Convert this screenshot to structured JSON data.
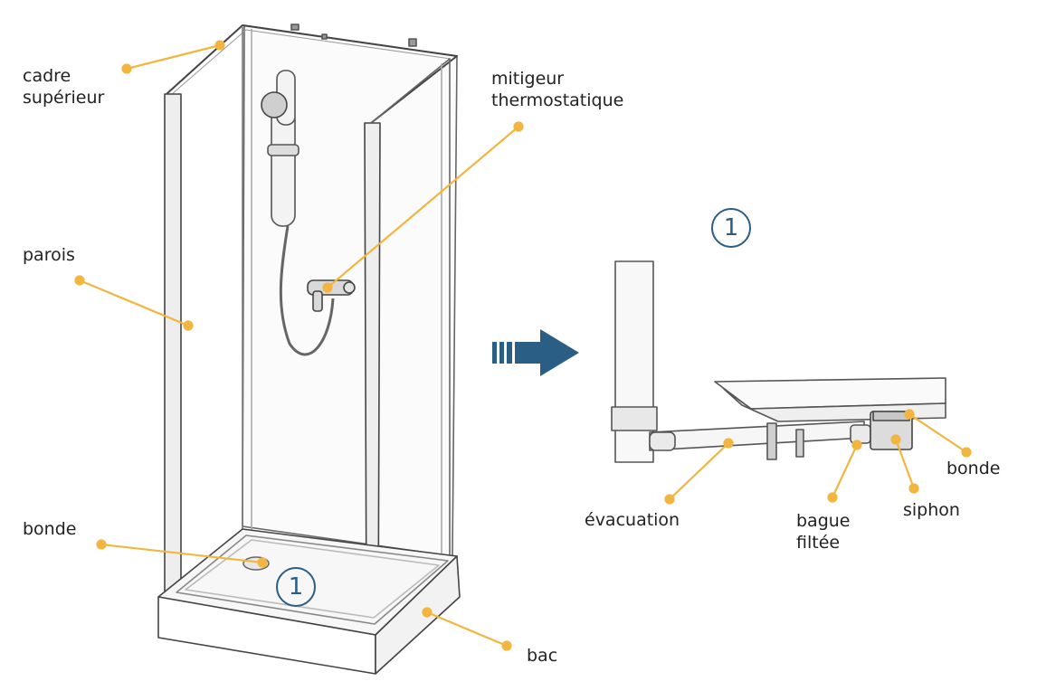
{
  "labels": {
    "cadre_superieur_line1": "cadre",
    "cadre_superieur_line2": "supérieur",
    "parois": "parois",
    "bonde_left": "bonde",
    "mitigeur_line1": "mitigeur",
    "mitigeur_line2": "thermostatique",
    "bac": "bac",
    "evacuation": "évacuation",
    "bague_line1": "bague",
    "bague_line2": "filtée",
    "siphon": "siphon",
    "bonde_right": "bonde"
  },
  "badges": {
    "detail_number": "1"
  },
  "colors": {
    "leader": "#f2b640",
    "badge": "#2b5e85",
    "arrow": "#2b5e85",
    "outline": "#555555",
    "text": "#222222"
  },
  "icons": {
    "arrow": "right-arrow-icon"
  }
}
